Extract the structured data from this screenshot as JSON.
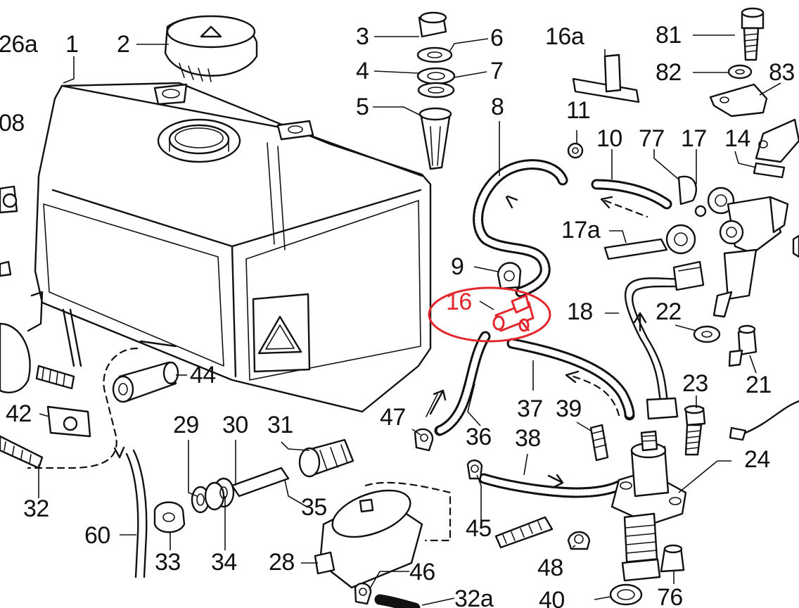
{
  "accent_color": "#e3262b",
  "highlighted_part": "16",
  "callouts": [
    {
      "id": "26a",
      "label": "26a"
    },
    {
      "id": "1",
      "label": "1"
    },
    {
      "id": "2",
      "label": "2"
    },
    {
      "id": "3",
      "label": "3"
    },
    {
      "id": "4",
      "label": "4"
    },
    {
      "id": "5",
      "label": "5"
    },
    {
      "id": "6",
      "label": "6"
    },
    {
      "id": "7",
      "label": "7"
    },
    {
      "id": "8",
      "label": "8"
    },
    {
      "id": "16a",
      "label": "16a"
    },
    {
      "id": "11",
      "label": "11"
    },
    {
      "id": "10",
      "label": "10"
    },
    {
      "id": "77",
      "label": "77"
    },
    {
      "id": "17",
      "label": "17"
    },
    {
      "id": "14",
      "label": "14"
    },
    {
      "id": "81",
      "label": "81"
    },
    {
      "id": "82",
      "label": "82"
    },
    {
      "id": "83",
      "label": "83"
    },
    {
      "id": "108",
      "label": "08"
    },
    {
      "id": "17a",
      "label": "17a"
    },
    {
      "id": "9",
      "label": "9"
    },
    {
      "id": "16",
      "label": "16"
    },
    {
      "id": "18",
      "label": "18"
    },
    {
      "id": "22",
      "label": "22"
    },
    {
      "id": "21",
      "label": "21"
    },
    {
      "id": "23",
      "label": "23"
    },
    {
      "id": "44",
      "label": "44"
    },
    {
      "id": "42",
      "label": "42"
    },
    {
      "id": "32",
      "label": "32"
    },
    {
      "id": "29",
      "label": "29"
    },
    {
      "id": "30",
      "label": "30"
    },
    {
      "id": "31",
      "label": "31"
    },
    {
      "id": "47",
      "label": "47"
    },
    {
      "id": "36",
      "label": "36"
    },
    {
      "id": "37",
      "label": "37"
    },
    {
      "id": "39",
      "label": "39"
    },
    {
      "id": "38",
      "label": "38"
    },
    {
      "id": "24",
      "label": "24"
    },
    {
      "id": "35",
      "label": "35"
    },
    {
      "id": "60",
      "label": "60"
    },
    {
      "id": "33",
      "label": "33"
    },
    {
      "id": "34",
      "label": "34"
    },
    {
      "id": "28",
      "label": "28"
    },
    {
      "id": "46",
      "label": "46"
    },
    {
      "id": "45",
      "label": "45"
    },
    {
      "id": "48",
      "label": "48"
    },
    {
      "id": "76",
      "label": "76"
    },
    {
      "id": "40",
      "label": "40"
    },
    {
      "id": "32a",
      "label": "32a"
    }
  ]
}
